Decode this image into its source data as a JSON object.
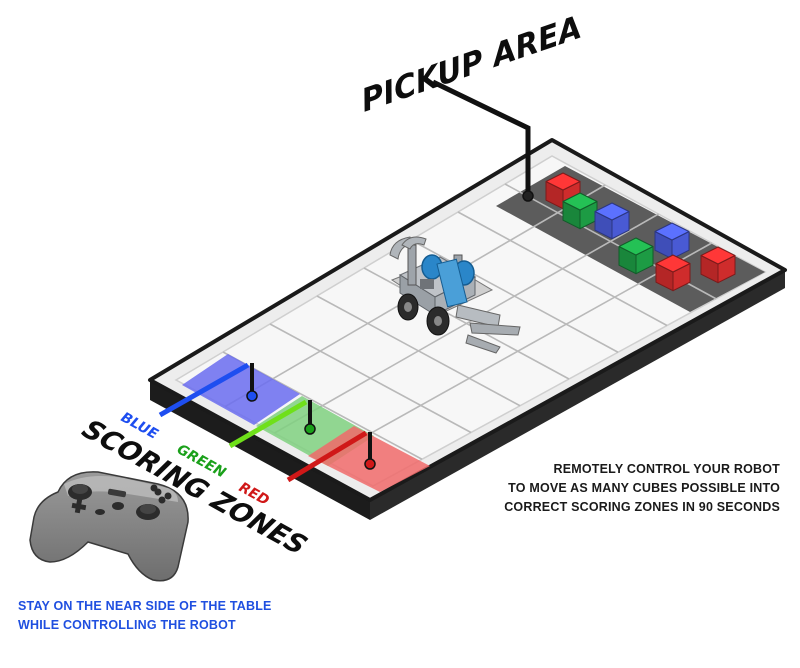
{
  "labels": {
    "pickup_area": "PICKUP AREA",
    "scoring_zones": "SCORING ZONES",
    "zones": [
      {
        "name": "BLUE",
        "color": "#1e4ef0"
      },
      {
        "name": "GREEN",
        "color": "#1aa01a"
      },
      {
        "name": "RED",
        "color": "#d01818"
      }
    ]
  },
  "instructions": {
    "right": [
      "REMOTELY CONTROL YOUR ROBOT",
      "TO MOVE AS MANY CUBES POSSIBLE INTO",
      "CORRECT SCORING ZONES IN 90 SECONDS"
    ],
    "left": [
      "STAY ON THE NEAR SIDE OF THE TABLE",
      "WHILE CONTROLLING THE ROBOT"
    ]
  },
  "colors": {
    "blue_zone": "#6a6cf0",
    "green_zone": "#7fd07f",
    "red_zone": "#f06a6a",
    "blue_cube": "#4f62e6",
    "green_cube": "#1fa84a",
    "red_cube": "#e13030"
  },
  "icons": [
    "robot-icon",
    "gamepad-icon",
    "cube-icon"
  ]
}
